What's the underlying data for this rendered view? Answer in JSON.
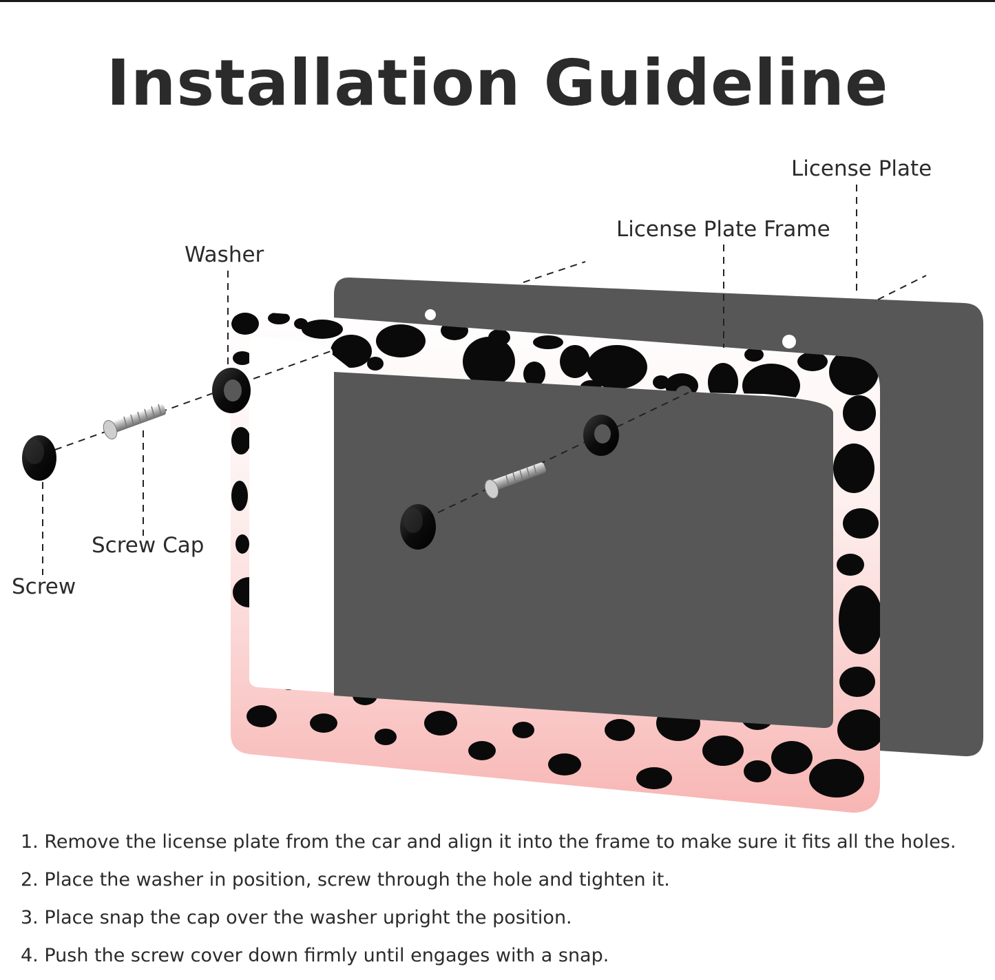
{
  "title": "Installation Guideline",
  "labels": {
    "license_plate": "License Plate",
    "license_plate_frame": "License Plate Frame",
    "washer": "Washer",
    "screw_cap": "Screw Cap",
    "screw": "Screw"
  },
  "steps": [
    "1. Remove the license plate from the car and align it into the frame to make sure it fits all the holes.",
    "2. Place the washer in position, screw through the hole and tighten it.",
    "3. Place snap the cap over the washer upright the position.",
    "4. Push the screw cover down firmly until engages with a snap."
  ],
  "colors": {
    "plate": "#575757",
    "frame_top": "#ffffff",
    "frame_bottom": "#f7b7b5",
    "spots": "#0a0a0a",
    "text": "#2b2b2b"
  }
}
